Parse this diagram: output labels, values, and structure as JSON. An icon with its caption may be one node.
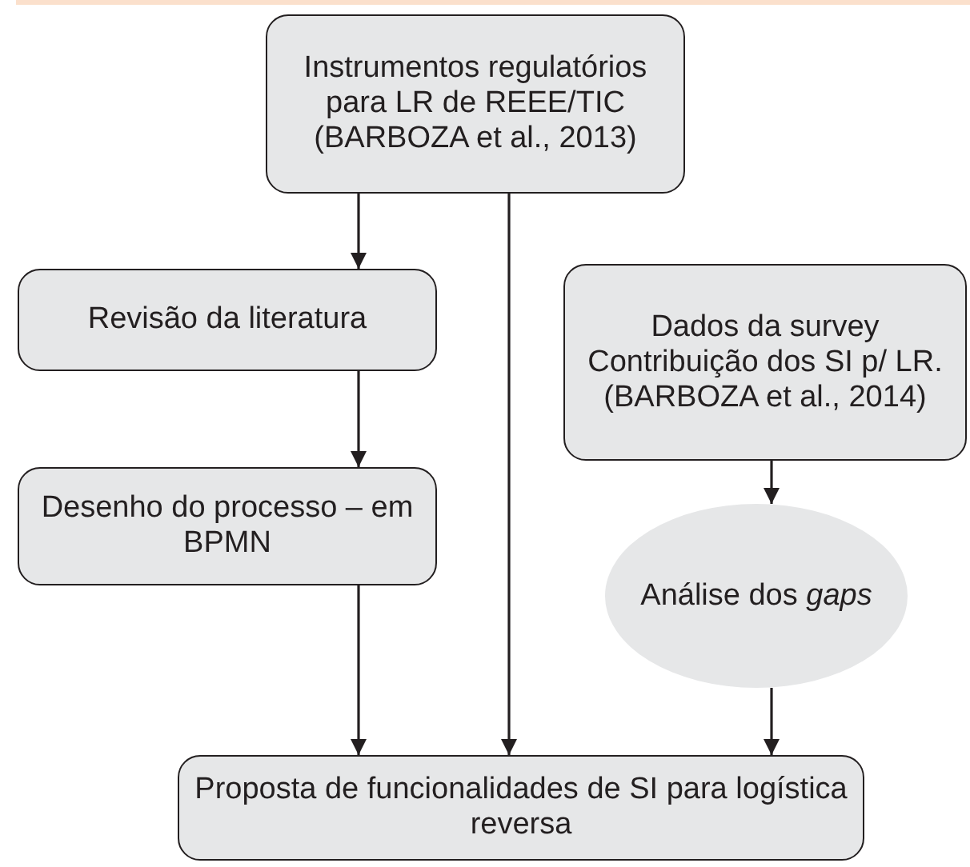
{
  "diagram": {
    "nodes": [
      {
        "text": [
          "Instrumentos regulatórios para LR de REEE/TIC (BARBOZA et al., 2013)"
        ]
      },
      {
        "text": [
          "Revisão da literatura"
        ]
      },
      {
        "text": [
          "Dados da survey Contribuição dos SI p/ LR. (BARBOZA et al., 2014)"
        ]
      },
      {
        "text": [
          "Desenho do processo – em BPMN"
        ]
      },
      {
        "text": [
          "Análise dos *gaps*"
        ]
      },
      {
        "text": [
          "Proposta de funcionalidades de SI para logística reversa"
        ]
      }
    ],
    "edges": [
      {
        "from": 0,
        "to": 1,
        "arrow": "to"
      },
      {
        "from": 0,
        "to": 5,
        "arrow": "to"
      },
      {
        "from": 1,
        "to": 3,
        "arrow": "to"
      },
      {
        "from": 3,
        "to": 5,
        "arrow": "to"
      },
      {
        "from": 2,
        "to": 4,
        "arrow": "to"
      },
      {
        "from": 4,
        "to": 5,
        "arrow": "to"
      }
    ]
  }
}
